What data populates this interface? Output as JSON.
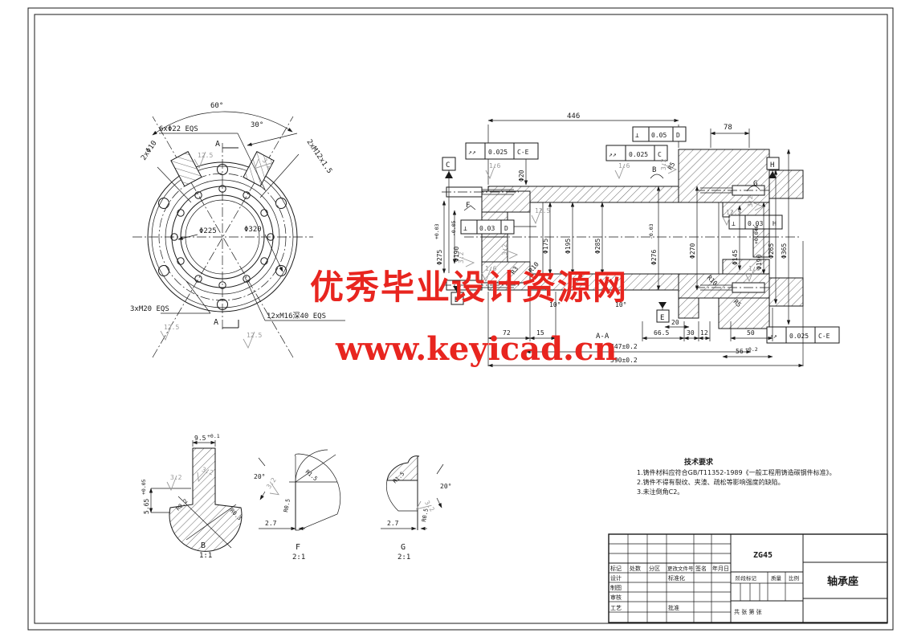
{
  "watermark": {
    "line1": "优秀毕业设计资源网",
    "line2": "www.keyicad.cn",
    "color": "#e8251f"
  },
  "fv": {
    "a60": "60°",
    "a30": "30°",
    "c_top": "6xΦ22 EQS",
    "c_left": "2xΦ10",
    "c_right": "2xM12x1.5",
    "d225": "Φ225",
    "d320": "Φ320",
    "c_bl": "3xM20 EQS",
    "c_br": "12xM16深40 EQS",
    "r_bl": "12.5",
    "r_br": "12.5",
    "r_t": "12.5",
    "r_slant": "3.2",
    "sa": "A",
    "sb": "A"
  },
  "sv": {
    "aa": "A-A",
    "d446": "446",
    "d78": "78",
    "d20": "Φ20",
    "gdt1": {
      "s": "↗↗",
      "v": "0.025",
      "d": "C-E"
    },
    "gdt2": {
      "s": "⊥",
      "v": "0.05",
      "d": "D"
    },
    "gdt3": {
      "s": "↗↗",
      "v": "0.025",
      "d": "C"
    },
    "gdt4": {
      "s": "⊥",
      "v": "0.03",
      "d": "D"
    },
    "gdt5": {
      "s": "⊥",
      "v": "0.03",
      "d": "H"
    },
    "gdt6": {
      "s": "↗↗",
      "v": "0.025",
      "d": "C-E"
    },
    "datC": "C",
    "datD": "D",
    "datE": "E",
    "datH": "H",
    "mF": "F",
    "mB": "B",
    "mG": "G",
    "dia275": "Φ275",
    "dia275t": "+0.03",
    "dia190L": "Φ190",
    "dia190Lt": "-0.05",
    "dia175": "Φ175",
    "dia195": "Φ195",
    "dia285": "Φ285",
    "dia276": "Φ276",
    "dia276t": "-0.03",
    "dia270": "Φ270",
    "dia145": "Φ145",
    "dia190R": "Φ190",
    "dia190Rt": "+0.046",
    "dia265": "Φ265",
    "dia365": "Φ365",
    "r10a": "R10",
    "r10b": "R10",
    "r5a": "R5",
    "r5b": "R5",
    "r3": "R3",
    "ang10a": "10°",
    "ang10b": "10°",
    "d72": "72",
    "d15": "15",
    "d665": "66.5",
    "d30": "30",
    "d12": "12",
    "d50": "50",
    "d20b": "20",
    "d56": "56",
    "d56t": "+0.2",
    "d447": "447±0.2",
    "d590": "590±0.2",
    "rough": [
      "1.6",
      "12.5",
      "1.6",
      "3.2",
      "12.5",
      "3.2",
      "1.6",
      "3.2",
      "1.6",
      "3.2"
    ]
  },
  "dB": {
    "t": "B",
    "s": "1:1",
    "d95": "9.5",
    "d95t": "+0.1",
    "d565": "5.65",
    "d565t": "+0.05",
    "r02": "R0.2",
    "r03": "R0.3",
    "rg1": "3.2",
    "rg2": "3.2"
  },
  "dF": {
    "t": "F",
    "s": "2:1",
    "r15": "R1.5",
    "r05": "R0.5",
    "d27": "2.7",
    "a20": "20°",
    "rg": "3.2"
  },
  "dG": {
    "t": "G",
    "s": "2:1",
    "r15": "R1.5",
    "r05": "R0.5",
    "d27": "2.7",
    "a20": "20°",
    "rg": "3.2"
  },
  "tech": {
    "title": "技术要求",
    "l1": "1.铸件材料应符合GB/T11352-1989《一般工程用铸造碳钢件标准》。",
    "l2": "2.铸件不得有裂纹、夹渣、疏松等影响强度的缺陷。",
    "l3": "3.未注倒角C2。"
  },
  "tb": {
    "material": "ZG45",
    "part": "轴承座",
    "h": [
      "标记",
      "处数",
      "分区",
      "更改文件号",
      "签名",
      "年月日"
    ],
    "rows": [
      "设计",
      "制图",
      "审核",
      "工艺"
    ],
    "std": "标准化",
    "appr": "批准",
    "stage": "阶段标记",
    "mass": "质量",
    "scale": "比例",
    "sheet": "共  张  第  张"
  }
}
